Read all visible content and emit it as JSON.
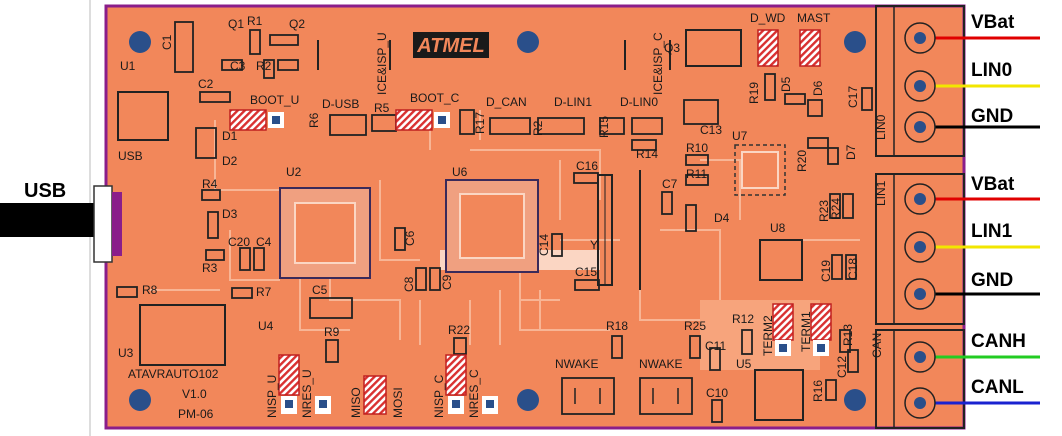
{
  "logo": "ATMEL",
  "board": {
    "name": "ATAVRAUTO102",
    "version": "V1.0",
    "code": "PM-06"
  },
  "usb_label": "USB",
  "connectors": {
    "lin0": {
      "pins": [
        "VBat",
        "LIN0",
        "GND"
      ],
      "tag": "LIN0"
    },
    "lin1": {
      "pins": [
        "VBat",
        "LIN1",
        "GND"
      ],
      "tag": "LIN1"
    },
    "can": {
      "pins": [
        "CANH",
        "CANL"
      ],
      "tag": "CAN"
    }
  },
  "colors": {
    "board": "#f2875a",
    "outline": "#8a1e8a",
    "trace": "#f6b08f",
    "jumper": "#d93030",
    "vbat": "#e00000",
    "lin": "#f2e600",
    "gnd": "#000000",
    "canh": "#22cc22",
    "canl": "#1a22d0"
  },
  "silk": {
    "U1": "U1",
    "USB": "USB",
    "C1": "C1",
    "C2": "C2",
    "C3": "C3",
    "Q1": "Q1",
    "R1": "R1",
    "Q2": "Q2",
    "R2": "R2",
    "ICE_ISP_U": "ICE&ISP_U",
    "ICE_ISP_C": "ICE&ISP_C",
    "Q3": "Q3",
    "D_WD": "D_WD",
    "MAST": "MAST",
    "BOOT_U": "BOOT_U",
    "D_USB": "D-USB",
    "R5": "R5",
    "R6": "R6",
    "BOOT_C": "BOOT_C",
    "D_CAN": "D_CAN",
    "D_LIN1": "D-LIN1",
    "D_LIN0": "D-LIN0",
    "R17": "R17",
    "R2b": "R2",
    "R15": "R15",
    "R19": "R19",
    "D5": "D5",
    "D6": "D6",
    "C17": "C17",
    "C13": "C13",
    "U7": "U7",
    "R20": "R20",
    "D7": "D7",
    "D1": "D1",
    "D2": "D2",
    "R14": "R14",
    "R10": "R10",
    "R11": "R11",
    "C16": "C16",
    "C7": "C7",
    "U2": "U2",
    "U6": "U6",
    "R4": "R4",
    "D3": "D3",
    "C20": "C20",
    "C4": "C4",
    "R3": "R3",
    "C6": "C6",
    "C14": "C14",
    "Y": "Y",
    "C15": "C15",
    "D4": "D4",
    "R23": "R23",
    "R24": "R24",
    "U8": "U8",
    "C19": "C19",
    "C18": "C18",
    "R8": "R8",
    "R7": "R7",
    "C5": "C5",
    "C8": "C8",
    "C9": "C9",
    "U4": "U4",
    "R9": "R9",
    "R22": "R22",
    "R18": "R18",
    "R25": "R25",
    "R12": "R12",
    "TERM2": "TERM2",
    "TERM1": "TERM1",
    "R13": "R13",
    "U3": "U3",
    "NWAKE1": "NWAKE",
    "NWAKE2": "NWAKE",
    "C11": "C11",
    "U5": "U5",
    "C12": "C12",
    "R16": "R16",
    "C10": "C10",
    "NISP_U": "NISP_U",
    "NRES_U": "NRES_U",
    "MISO": "MISO",
    "MOSI": "MOSI",
    "NISP_C": "NISP_C",
    "NRES_C": "NRES_C"
  }
}
